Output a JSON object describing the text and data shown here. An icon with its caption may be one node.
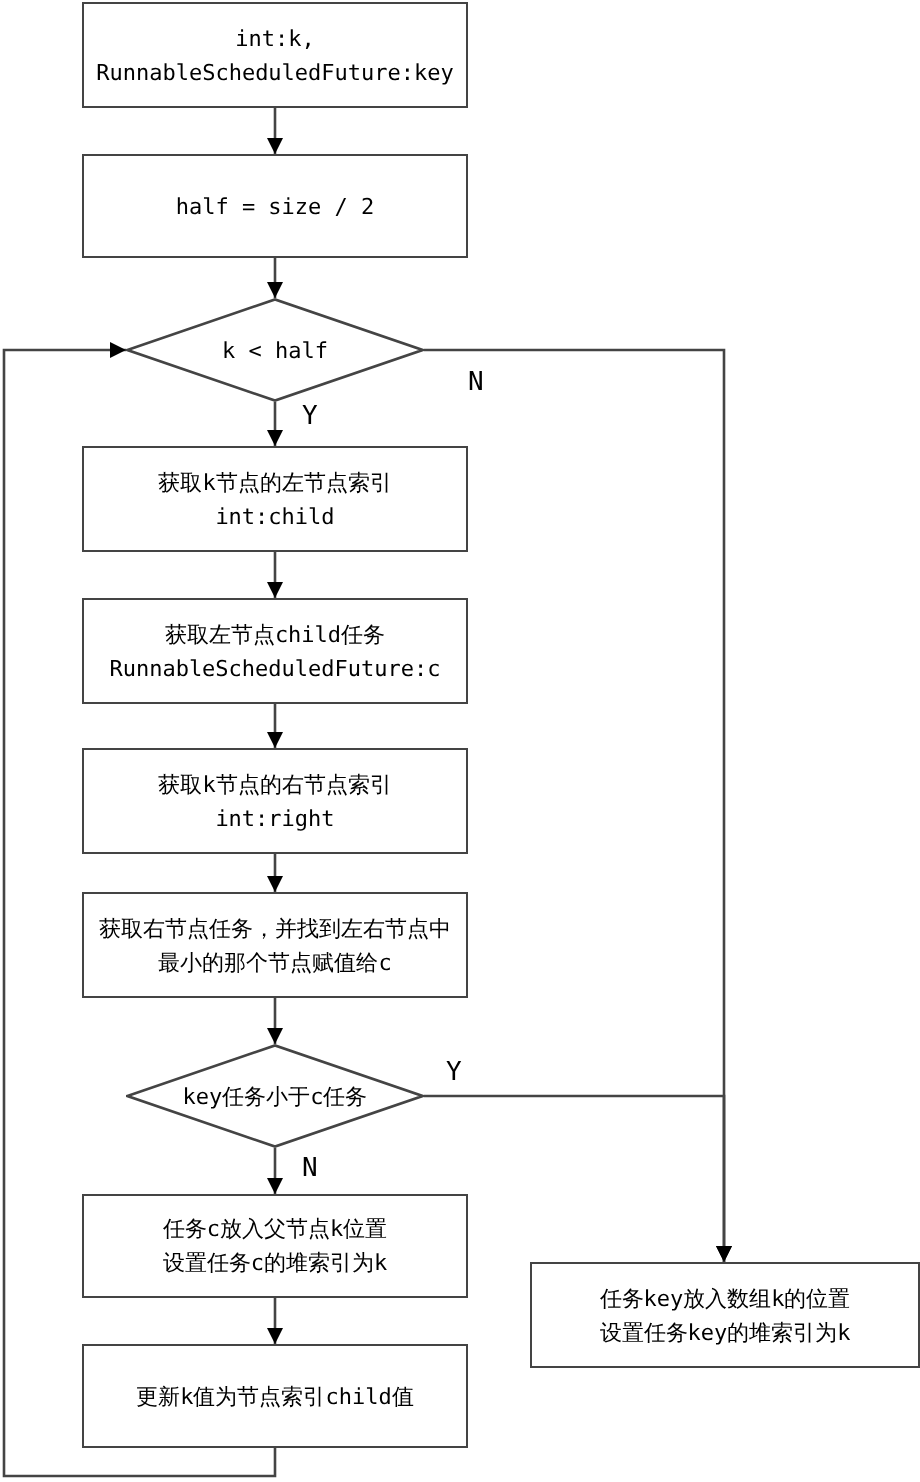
{
  "diagram": {
    "nodes": [
      {
        "text": [
          "int:k, RunnableScheduledFuture:key"
        ]
      },
      {
        "text": [
          "half = size / 2"
        ]
      },
      {
        "text": [
          "k < half"
        ]
      },
      {
        "text": [
          "获取k节点的左节点索引",
          "int:child"
        ]
      },
      {
        "text": [
          "获取左节点child任务",
          "RunnableScheduledFuture:c"
        ]
      },
      {
        "text": [
          "获取k节点的右节点索引",
          "int:right"
        ]
      },
      {
        "text": [
          "获取右节点任务，并找到左右节点中最小的那个节点赋值给c"
        ]
      },
      {
        "text": [
          "key任务小于c任务"
        ]
      },
      {
        "text": [
          "任务c放入父节点k位置",
          "设置任务c的堆索引为k"
        ]
      },
      {
        "text": [
          "更新k值为节点索引child值"
        ]
      },
      {
        "text": [
          "任务key放入数组k的位置",
          "设置任务key的堆索引为k"
        ]
      }
    ],
    "edges": [
      {
        "from": 0,
        "to": 1,
        "arrow": "to"
      },
      {
        "from": 1,
        "to": 2,
        "arrow": "to"
      },
      {
        "from": 2,
        "to": 3,
        "arrow": "to",
        "label": "Y"
      },
      {
        "from": 3,
        "to": 4,
        "arrow": "to"
      },
      {
        "from": 4,
        "to": 5,
        "arrow": "to"
      },
      {
        "from": 5,
        "to": 6,
        "arrow": "to"
      },
      {
        "from": 6,
        "to": 7,
        "arrow": "to"
      },
      {
        "from": 7,
        "to": 8,
        "arrow": "to",
        "label": "N"
      },
      {
        "from": 8,
        "to": 9,
        "arrow": "to"
      },
      {
        "from": 9,
        "to": 2,
        "arrow": "to"
      },
      {
        "from": 2,
        "to": 10,
        "arrow": "to",
        "label": "N"
      },
      {
        "from": 7,
        "to": 10,
        "arrow": "to",
        "label": "Y"
      }
    ]
  }
}
